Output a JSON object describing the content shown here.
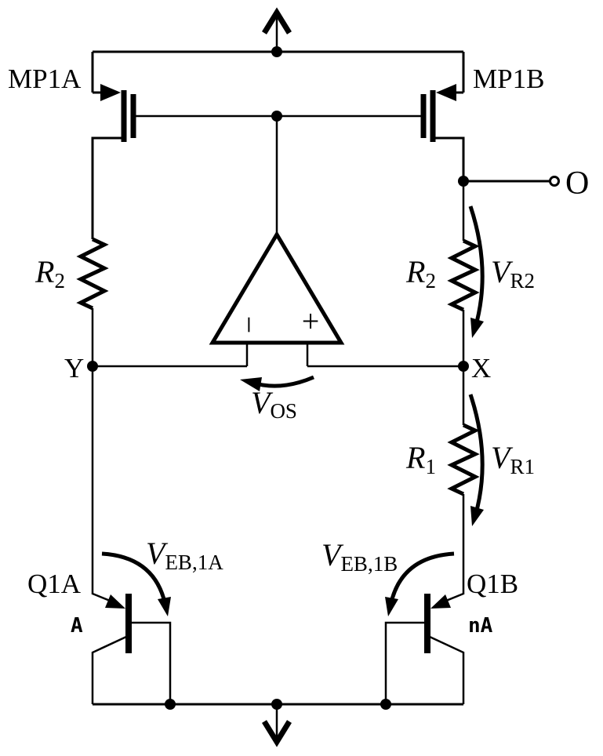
{
  "colors": {
    "ink": "#000000",
    "background": "#ffffff"
  },
  "transistors": {
    "mp1a": "MP1A",
    "mp1b": "MP1B",
    "q1a": "Q1A",
    "q1b": "Q1B",
    "q1a_area": "A",
    "q1b_area": "nA"
  },
  "nodes": {
    "x": "X",
    "y": "Y",
    "output": "O"
  },
  "opamp": {
    "inverting": "−",
    "noninverting": "+"
  },
  "resistors": {
    "r2_left": {
      "symbol": "R",
      "sub": "2"
    },
    "r2_right": {
      "symbol": "R",
      "sub": "2"
    },
    "r1": {
      "symbol": "R",
      "sub": "1"
    }
  },
  "voltages": {
    "v_r2": {
      "symbol": "V",
      "sub": "R2"
    },
    "v_r1": {
      "symbol": "V",
      "sub": "R1"
    },
    "v_os": {
      "symbol": "V",
      "sub": "OS"
    },
    "v_eb_1a": {
      "symbol": "V",
      "sub": "EB,1A"
    },
    "v_eb_1b": {
      "symbol": "V",
      "sub": "EB,1B"
    }
  }
}
